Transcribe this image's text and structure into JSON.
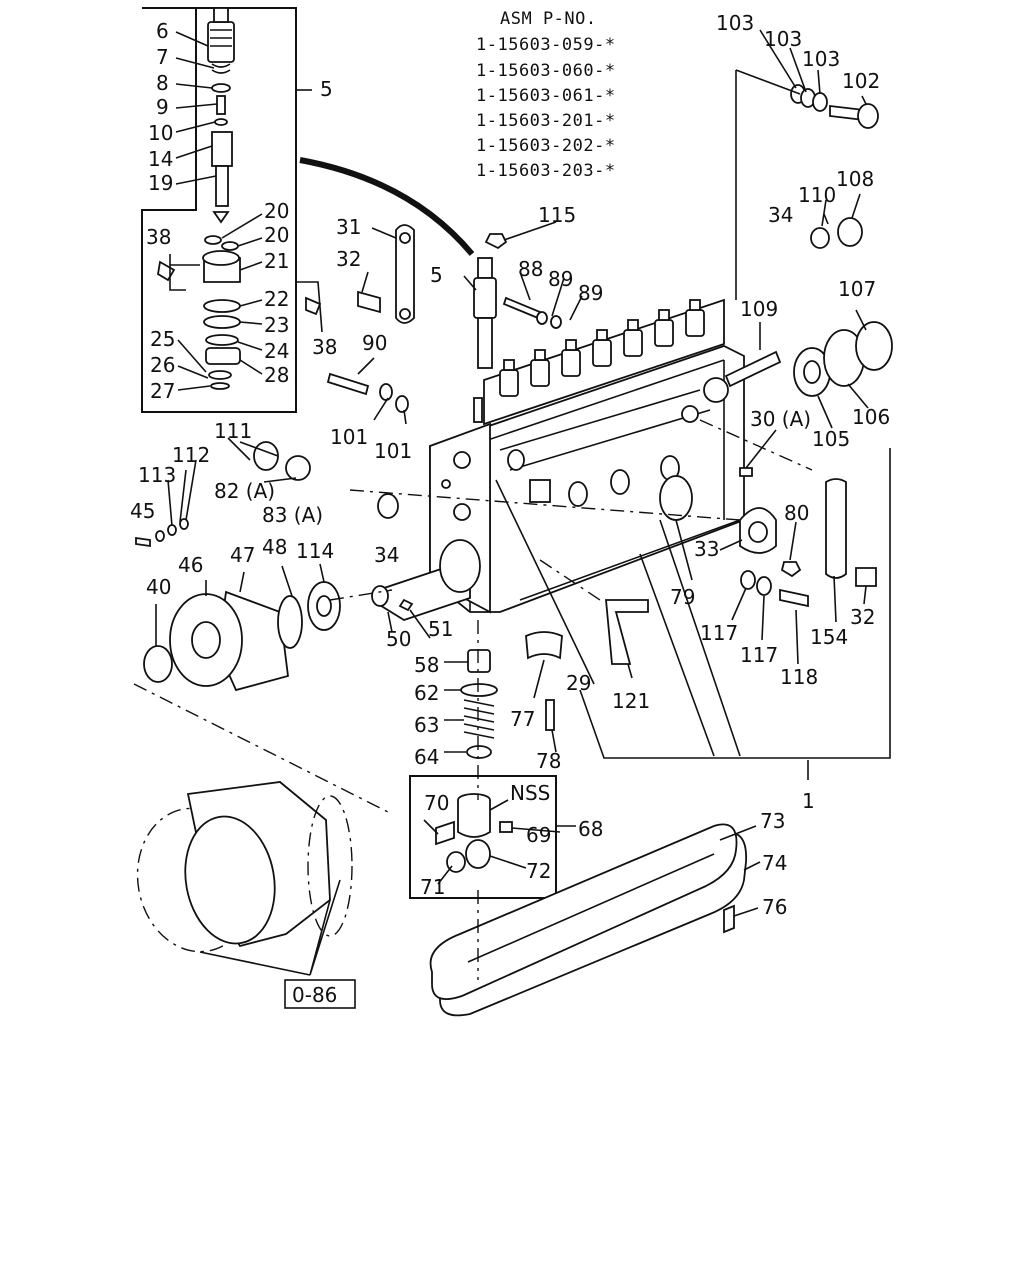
{
  "header": {
    "title": "ASM P-NO.",
    "part_numbers": [
      "1-15603-059-*",
      "1-15603-060-*",
      "1-15603-061-*",
      "1-15603-201-*",
      "1-15603-202-*",
      "1-15603-203-*"
    ]
  },
  "labels": {
    "p6": "6",
    "p7": "7",
    "p8": "8",
    "p9": "9",
    "p10": "10",
    "p14": "14",
    "p19": "19",
    "p5a": "5",
    "p5b": "5",
    "p20a": "20",
    "p20b": "20",
    "p21": "21",
    "p22": "22",
    "p23": "23",
    "p24": "24",
    "p25": "25",
    "p26": "26",
    "p27": "27",
    "p28": "28",
    "p38a": "38",
    "p38b": "38",
    "p31": "31",
    "p32a": "32",
    "p32b": "32",
    "p115": "115",
    "p88": "88",
    "p89a": "89",
    "p89b": "89",
    "p90": "90",
    "p101a": "101",
    "p101b": "101",
    "p103a": "103",
    "p103b": "103",
    "p103c": "103",
    "p102": "102",
    "p110": "110",
    "p108": "108",
    "p34a": "34",
    "p34b": "34",
    "p109": "109",
    "p107": "107",
    "p106": "106",
    "p105": "105",
    "p30a": "30 (A)",
    "p111": "111",
    "p112": "112",
    "p113": "113",
    "p45": "45",
    "p82": "82 (A)",
    "p83": "83 (A)",
    "p46": "46",
    "p47": "47",
    "p48": "48",
    "p114": "114",
    "p40": "40",
    "p50": "50",
    "p51": "51",
    "p58": "58",
    "p62": "62",
    "p63": "63",
    "p64": "64",
    "p77": "77",
    "p78": "78",
    "p29": "29",
    "p121": "121",
    "p33": "33",
    "p80": "80",
    "p79": "79",
    "p117a": "117",
    "p117b": "117",
    "p118": "118",
    "p154": "154",
    "p1": "1",
    "p70": "70",
    "nss": "NSS",
    "p69": "69",
    "p68": "68",
    "p71": "71",
    "p72": "72",
    "p73": "73",
    "p74": "74",
    "p76": "76",
    "ref": "0-86"
  }
}
